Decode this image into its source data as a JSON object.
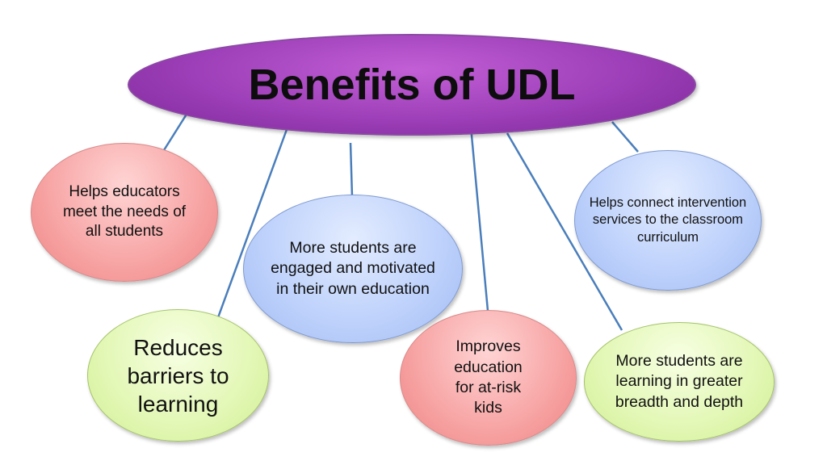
{
  "title": "Benefits of UDL",
  "nodes": {
    "n1": "Helps educators\nmeet the needs of\nall students",
    "n2": "Reduces\nbarriers to\nlearning",
    "n3": "More students are\nengaged and motivated\nin their own education",
    "n4": "Improves\neducation\nfor at-risk\nkids",
    "n5": "Helps connect intervention\nservices to the classroom\ncurriculum",
    "n6": "More students are\nlearning in greater\nbreadth and depth"
  },
  "colors": {
    "title_fill": "#9d3fb8",
    "red_node": "#f7a3a3",
    "blue_node": "#bcd0fb",
    "green_node": "#e2f7b4",
    "connector": "#4a7ebb"
  }
}
